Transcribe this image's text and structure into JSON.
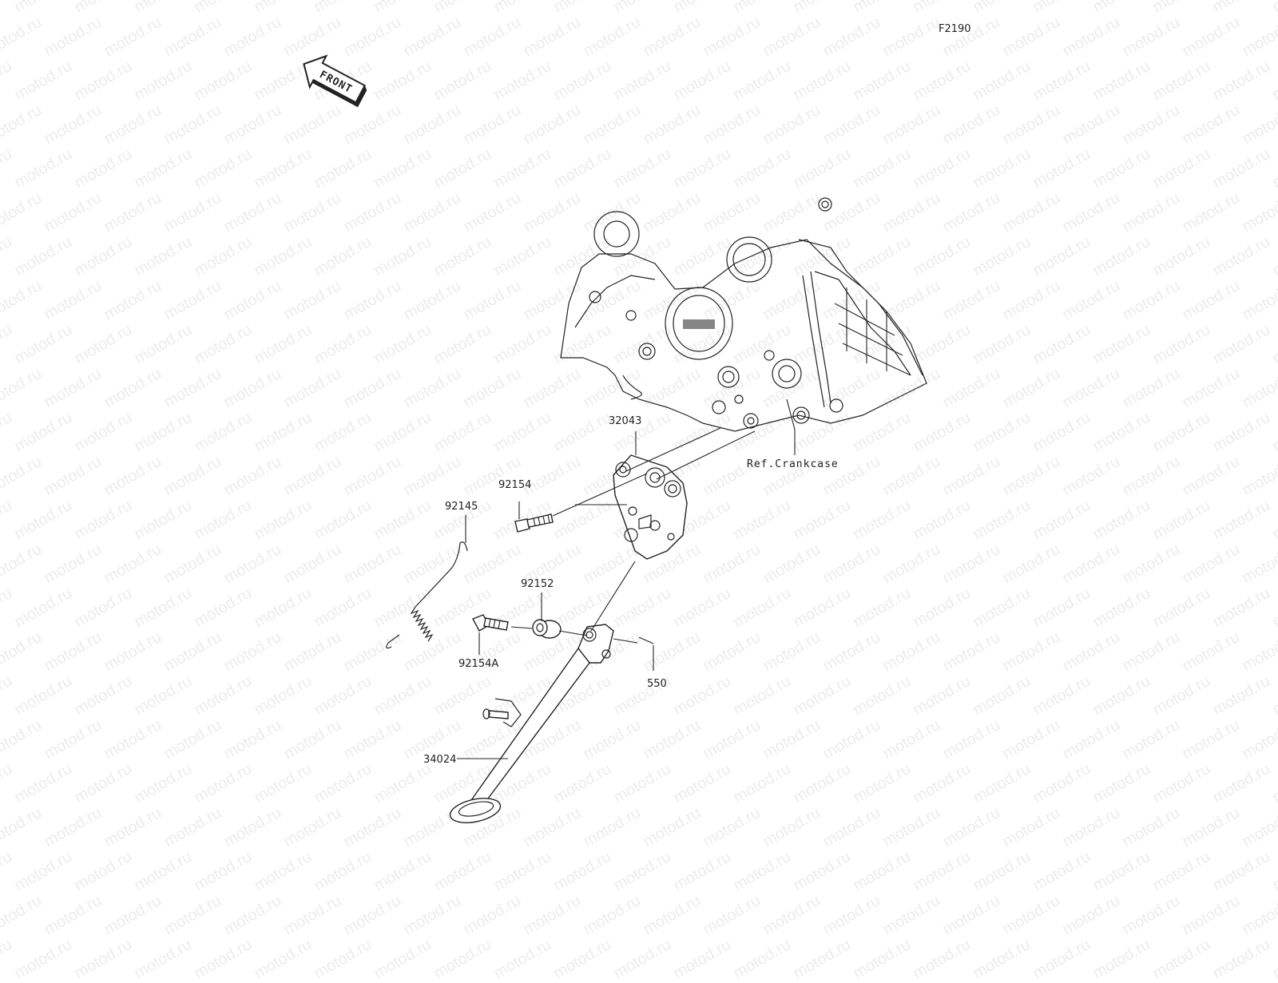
{
  "diagram": {
    "figure_id": "F2190",
    "watermark_text": "motod.ru",
    "front_arrow_text": "FRONT",
    "reference_label": "Ref.Crankcase",
    "parts": [
      {
        "id": "p32043",
        "number": "32043"
      },
      {
        "id": "p92154",
        "number": "92154"
      },
      {
        "id": "p92145",
        "number": "92145"
      },
      {
        "id": "p92152",
        "number": "92152"
      },
      {
        "id": "p92154A",
        "number": "92154A"
      },
      {
        "id": "p550",
        "number": "550"
      },
      {
        "id": "p34024",
        "number": "34024"
      }
    ]
  },
  "colors": {
    "line": "#222222",
    "watermark": "#ececec",
    "background": "#ffffff"
  }
}
